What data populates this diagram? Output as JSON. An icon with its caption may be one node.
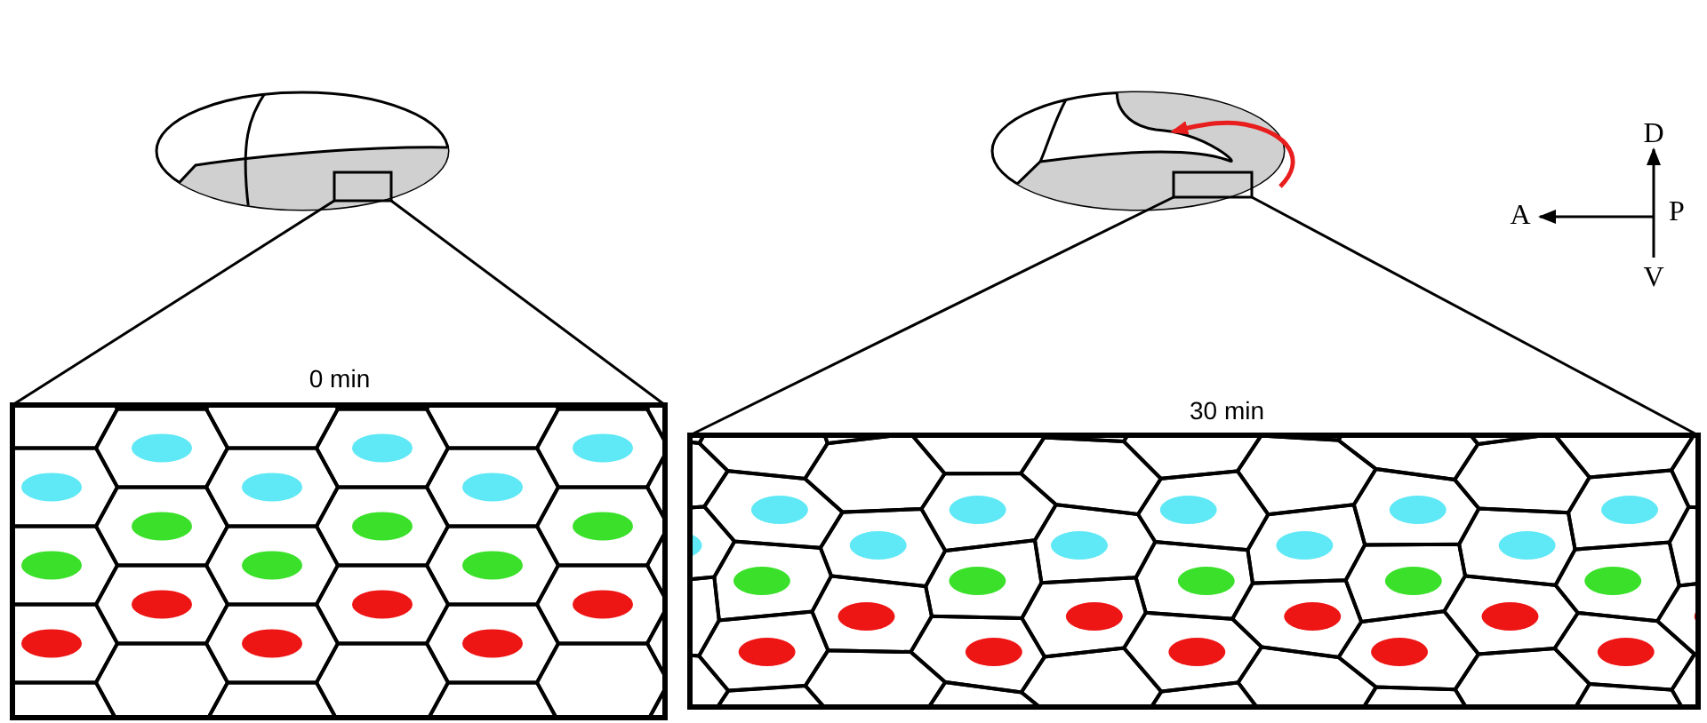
{
  "diagram": {
    "labels": [
      "0 min",
      "30 min",
      "D",
      "A",
      "P",
      "V"
    ]
  }
}
